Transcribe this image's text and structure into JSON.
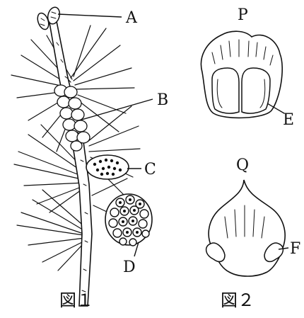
{
  "figure1": {
    "caption": "図１",
    "labels": {
      "A": "A",
      "B": "B",
      "C": "C",
      "D": "D"
    }
  },
  "figure2": {
    "caption": "図２",
    "labels": {
      "P": "P",
      "Q": "Q",
      "E": "E",
      "F": "F"
    }
  }
}
